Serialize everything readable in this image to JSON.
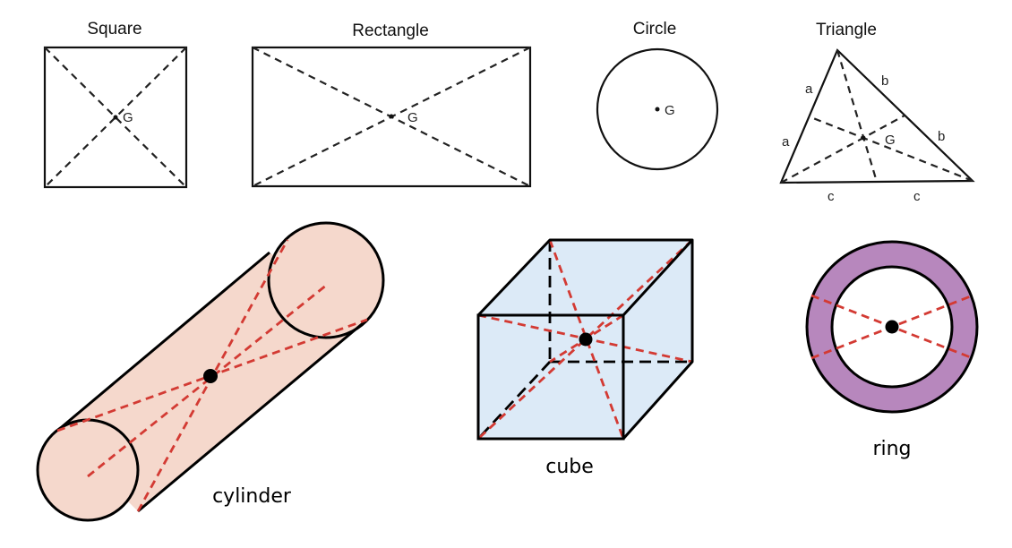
{
  "shapes_2d": {
    "square": {
      "title": "Square",
      "centroid_label": "G"
    },
    "rectangle": {
      "title": "Rectangle",
      "centroid_label": "G"
    },
    "circle": {
      "title": "Circle",
      "centroid_label": "G"
    },
    "triangle": {
      "title": "Triangle",
      "centroid_label": "G",
      "side_labels": {
        "left_upper": "a",
        "left_lower": "a",
        "right_upper": "b",
        "right_lower": "b",
        "bottom_left": "c",
        "bottom_right": "c"
      }
    }
  },
  "shapes_3d": {
    "cylinder": {
      "caption": "cylinder",
      "fill": "#f5d8cc"
    },
    "cube": {
      "caption": "cube",
      "fill": "#dceaf7"
    },
    "ring": {
      "caption": "ring",
      "fill": "#b787bd"
    }
  },
  "colors": {
    "centroid_lines_3d": "#d33a33",
    "outline": "#000000"
  }
}
